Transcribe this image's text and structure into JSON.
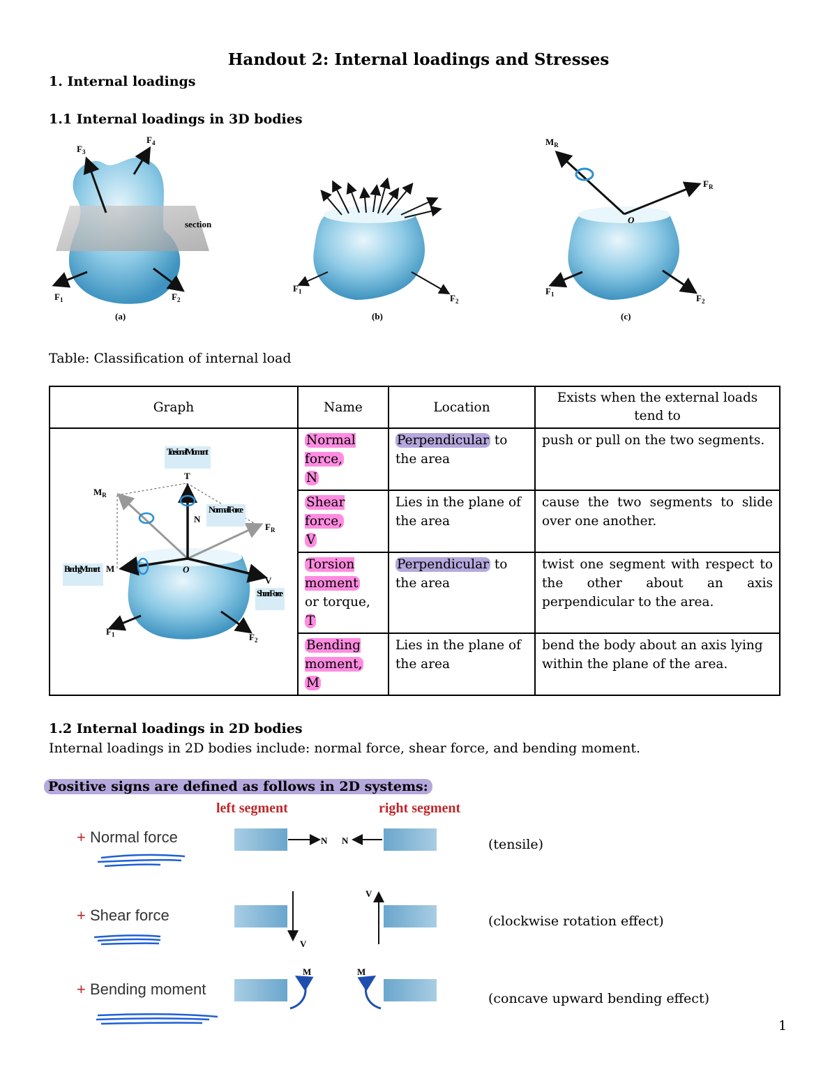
{
  "title": "Handout 2: Internal loadings and Stresses",
  "section1": "1. Internal loadings",
  "section11": "1.1 Internal loadings in 3D bodies",
  "figure3d": {
    "section_label": "section",
    "caption_a": "(a)",
    "caption_b": "(b)",
    "caption_c": "(c)",
    "f1": "F",
    "sub1": "1",
    "sub2": "2",
    "sub3": "3",
    "sub4": "4",
    "fr": "F",
    "subR": "R",
    "m": "M",
    "subRo": "R",
    "o": "O"
  },
  "table_caption": "Table: Classification of internal load",
  "table": {
    "headers": [
      "Graph",
      "Name",
      "Location",
      "Exists when the external loads tend to"
    ],
    "rows": [
      {
        "name_hl": "Normal force,",
        "name_rest": "",
        "symbol": "N",
        "loc_hl": "Perpendicular",
        "loc_rest": " to the area",
        "exists": "push or pull on the two segments."
      },
      {
        "name_hl": "Shear force,",
        "name_rest": "",
        "symbol": "V",
        "loc_hl": "",
        "loc_rest": "Lies in the plane of the area",
        "exists": "cause the two segments to slide over one another."
      },
      {
        "name_hl": "Torsion moment",
        "name_rest": "or torque,",
        "symbol": "T",
        "loc_hl": "Perpendicular",
        "loc_rest": " to the area",
        "exists": "twist one segment with respect to the other about an axis perpendicular to the area."
      },
      {
        "name_hl": "Bending moment,",
        "name_rest": "",
        "symbol": "M",
        "loc_hl": "",
        "loc_rest": "Lies in the plane of the area",
        "exists": "bend the body about an axis lying within the plane of the area."
      }
    ],
    "graph_labels": {
      "torsional": "Torsional Moment",
      "t": "T",
      "normal": "Normal Force",
      "n": "N",
      "bending": "Bending Moment",
      "m": "M",
      "shear": "Shear Force",
      "v": "V",
      "o": "O"
    }
  },
  "section12": "1.2 Internal loadings in 2D bodies",
  "section12_text": "Internal loadings in 2D bodies include: normal force, shear force, and bending moment.",
  "positive_signs": "Positive signs are defined as follows in 2D systems:",
  "signs": {
    "left_segment": "left segment",
    "right_segment": "right segment",
    "plus": "+",
    "normal": "Normal force",
    "shear": "Shear force",
    "bending": "Bending moment",
    "n": "N",
    "v": "V",
    "m": "M",
    "tensile": "(tensile)",
    "clockwise": "(clockwise rotation effect)",
    "concave": "(concave upward bending effect)"
  },
  "page_number": "1",
  "colors": {
    "body_blue": "#7fc0de",
    "pink": "#ff8ce0",
    "purple": "#b4a8dc",
    "red": "#c0262a",
    "ink_blue": "#1e5fd8"
  }
}
